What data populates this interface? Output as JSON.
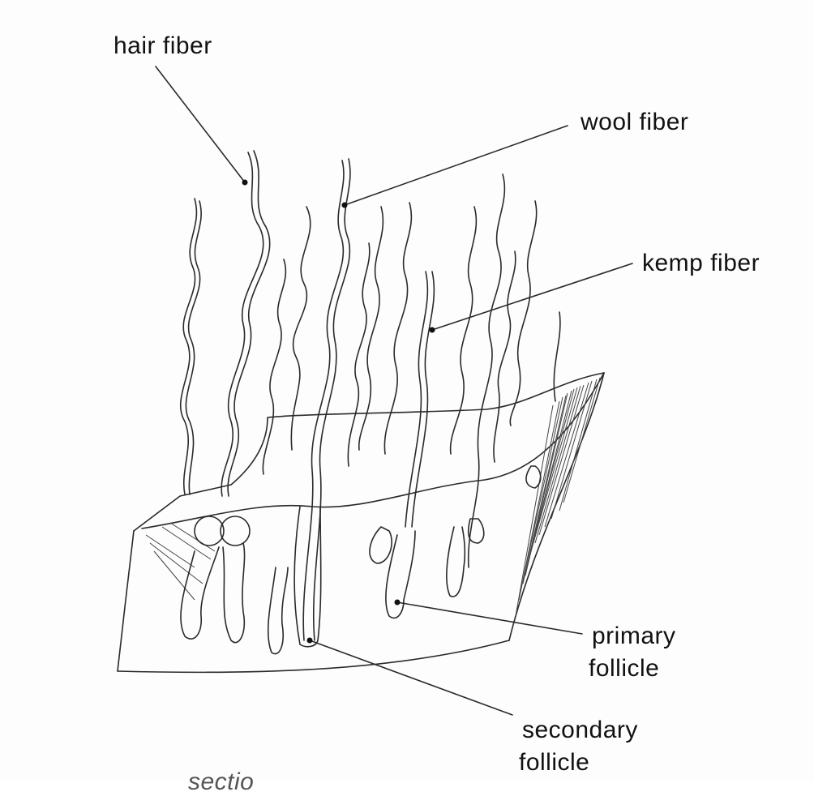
{
  "labels": {
    "hair_fiber": "hair fiber",
    "wool_fiber": "wool fiber",
    "kemp_fiber": "kemp fiber",
    "primary_follicle_1": "primary",
    "primary_follicle_2": "follicle",
    "secondary_follicle_1": "secondary",
    "secondary_follicle_2": "follicle",
    "bottom_fragment": "sectio"
  },
  "colors": {
    "ink": "#2a2a2a",
    "paper": "#fdfdfd"
  }
}
